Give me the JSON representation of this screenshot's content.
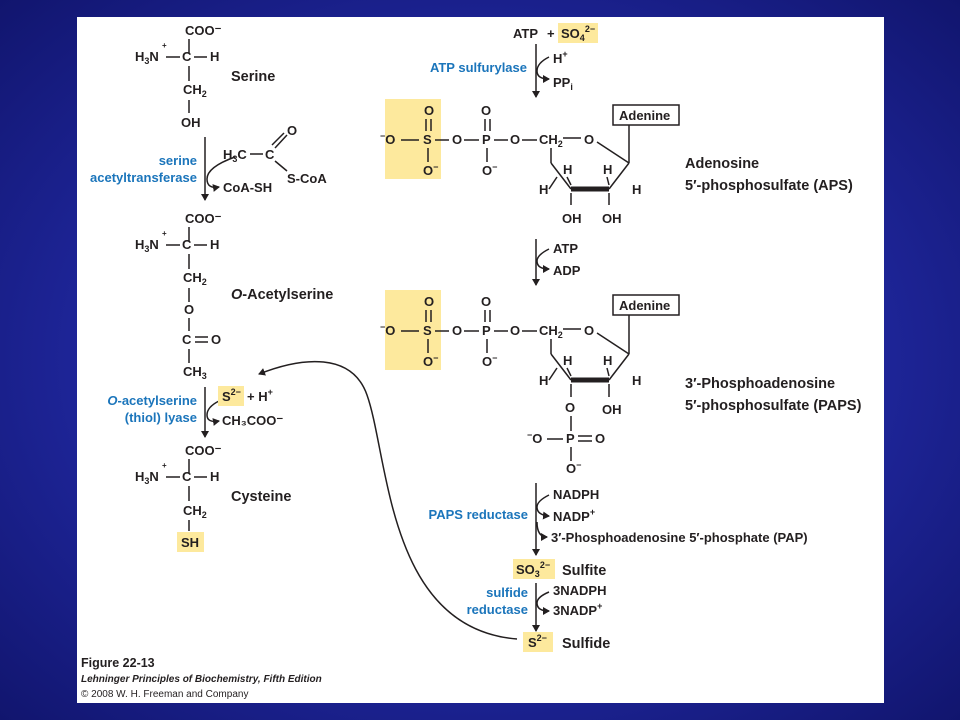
{
  "serine_branch": {
    "serine": {
      "label": "Serine"
    },
    "acetyltransferase": {
      "enzyme_line1": "serine",
      "enzyme_line2": "acetyltransferase",
      "acetyl_coa": "S-CoA",
      "product": "CoA-SH"
    },
    "o_acetylserine": {
      "label_prefix": "O",
      "label_rest": "-Acetylserine"
    },
    "thiol_lyase": {
      "enzyme_line1_prefix": "O",
      "enzyme_line1_rest": "-acetylserine",
      "enzyme_line2": "(thiol) lyase",
      "sulfide": "S",
      "h_plus": "+ H",
      "acetate": "CH₃COO⁻"
    },
    "cysteine": {
      "label": "Cysteine",
      "thiol": "SH"
    }
  },
  "sulfate_branch": {
    "atp": "ATP",
    "sulfate": "SO",
    "sulfurylase": {
      "enzyme": "ATP sulfurylase",
      "h": "H",
      "ppi": "PP"
    },
    "aps": {
      "label_line1": "Adenosine",
      "label_line2": "5′-phosphosulfate (APS)"
    },
    "kinase": {
      "atp": "ATP",
      "adp": "ADP"
    },
    "paps": {
      "label_line1": "3′-Phosphoadenosine",
      "label_line2": "5′-phosphosulfate (PAPS)"
    },
    "paps_reductase": {
      "enzyme": "PAPS reductase",
      "nadph": "NADPH",
      "nadp": "NADP",
      "pap": "3′-Phosphoadenosine 5′-phosphate (PAP)"
    },
    "sulfite": {
      "formula": "SO",
      "label": "Sulfite"
    },
    "sulfide_reductase": {
      "enzyme_line1": "sulfide",
      "enzyme_line2": "reductase",
      "nadph": "3NADPH",
      "nadp": "3NADP"
    },
    "sulfide": {
      "formula": "S",
      "label": "Sulfide"
    }
  },
  "common": {
    "adenine": "Adenine",
    "carboxylate": "COO⁻",
    "oh": "OH"
  },
  "caption": {
    "figure": "Figure 22-13",
    "book": "Lehninger Principles of Biochemistry, Fifth Edition",
    "copyright": "© 2008 W. H. Freeman and Company"
  },
  "colors": {
    "enzyme_text": "#1b75bb",
    "highlight": "#fde99d",
    "background": "#222aa6"
  }
}
